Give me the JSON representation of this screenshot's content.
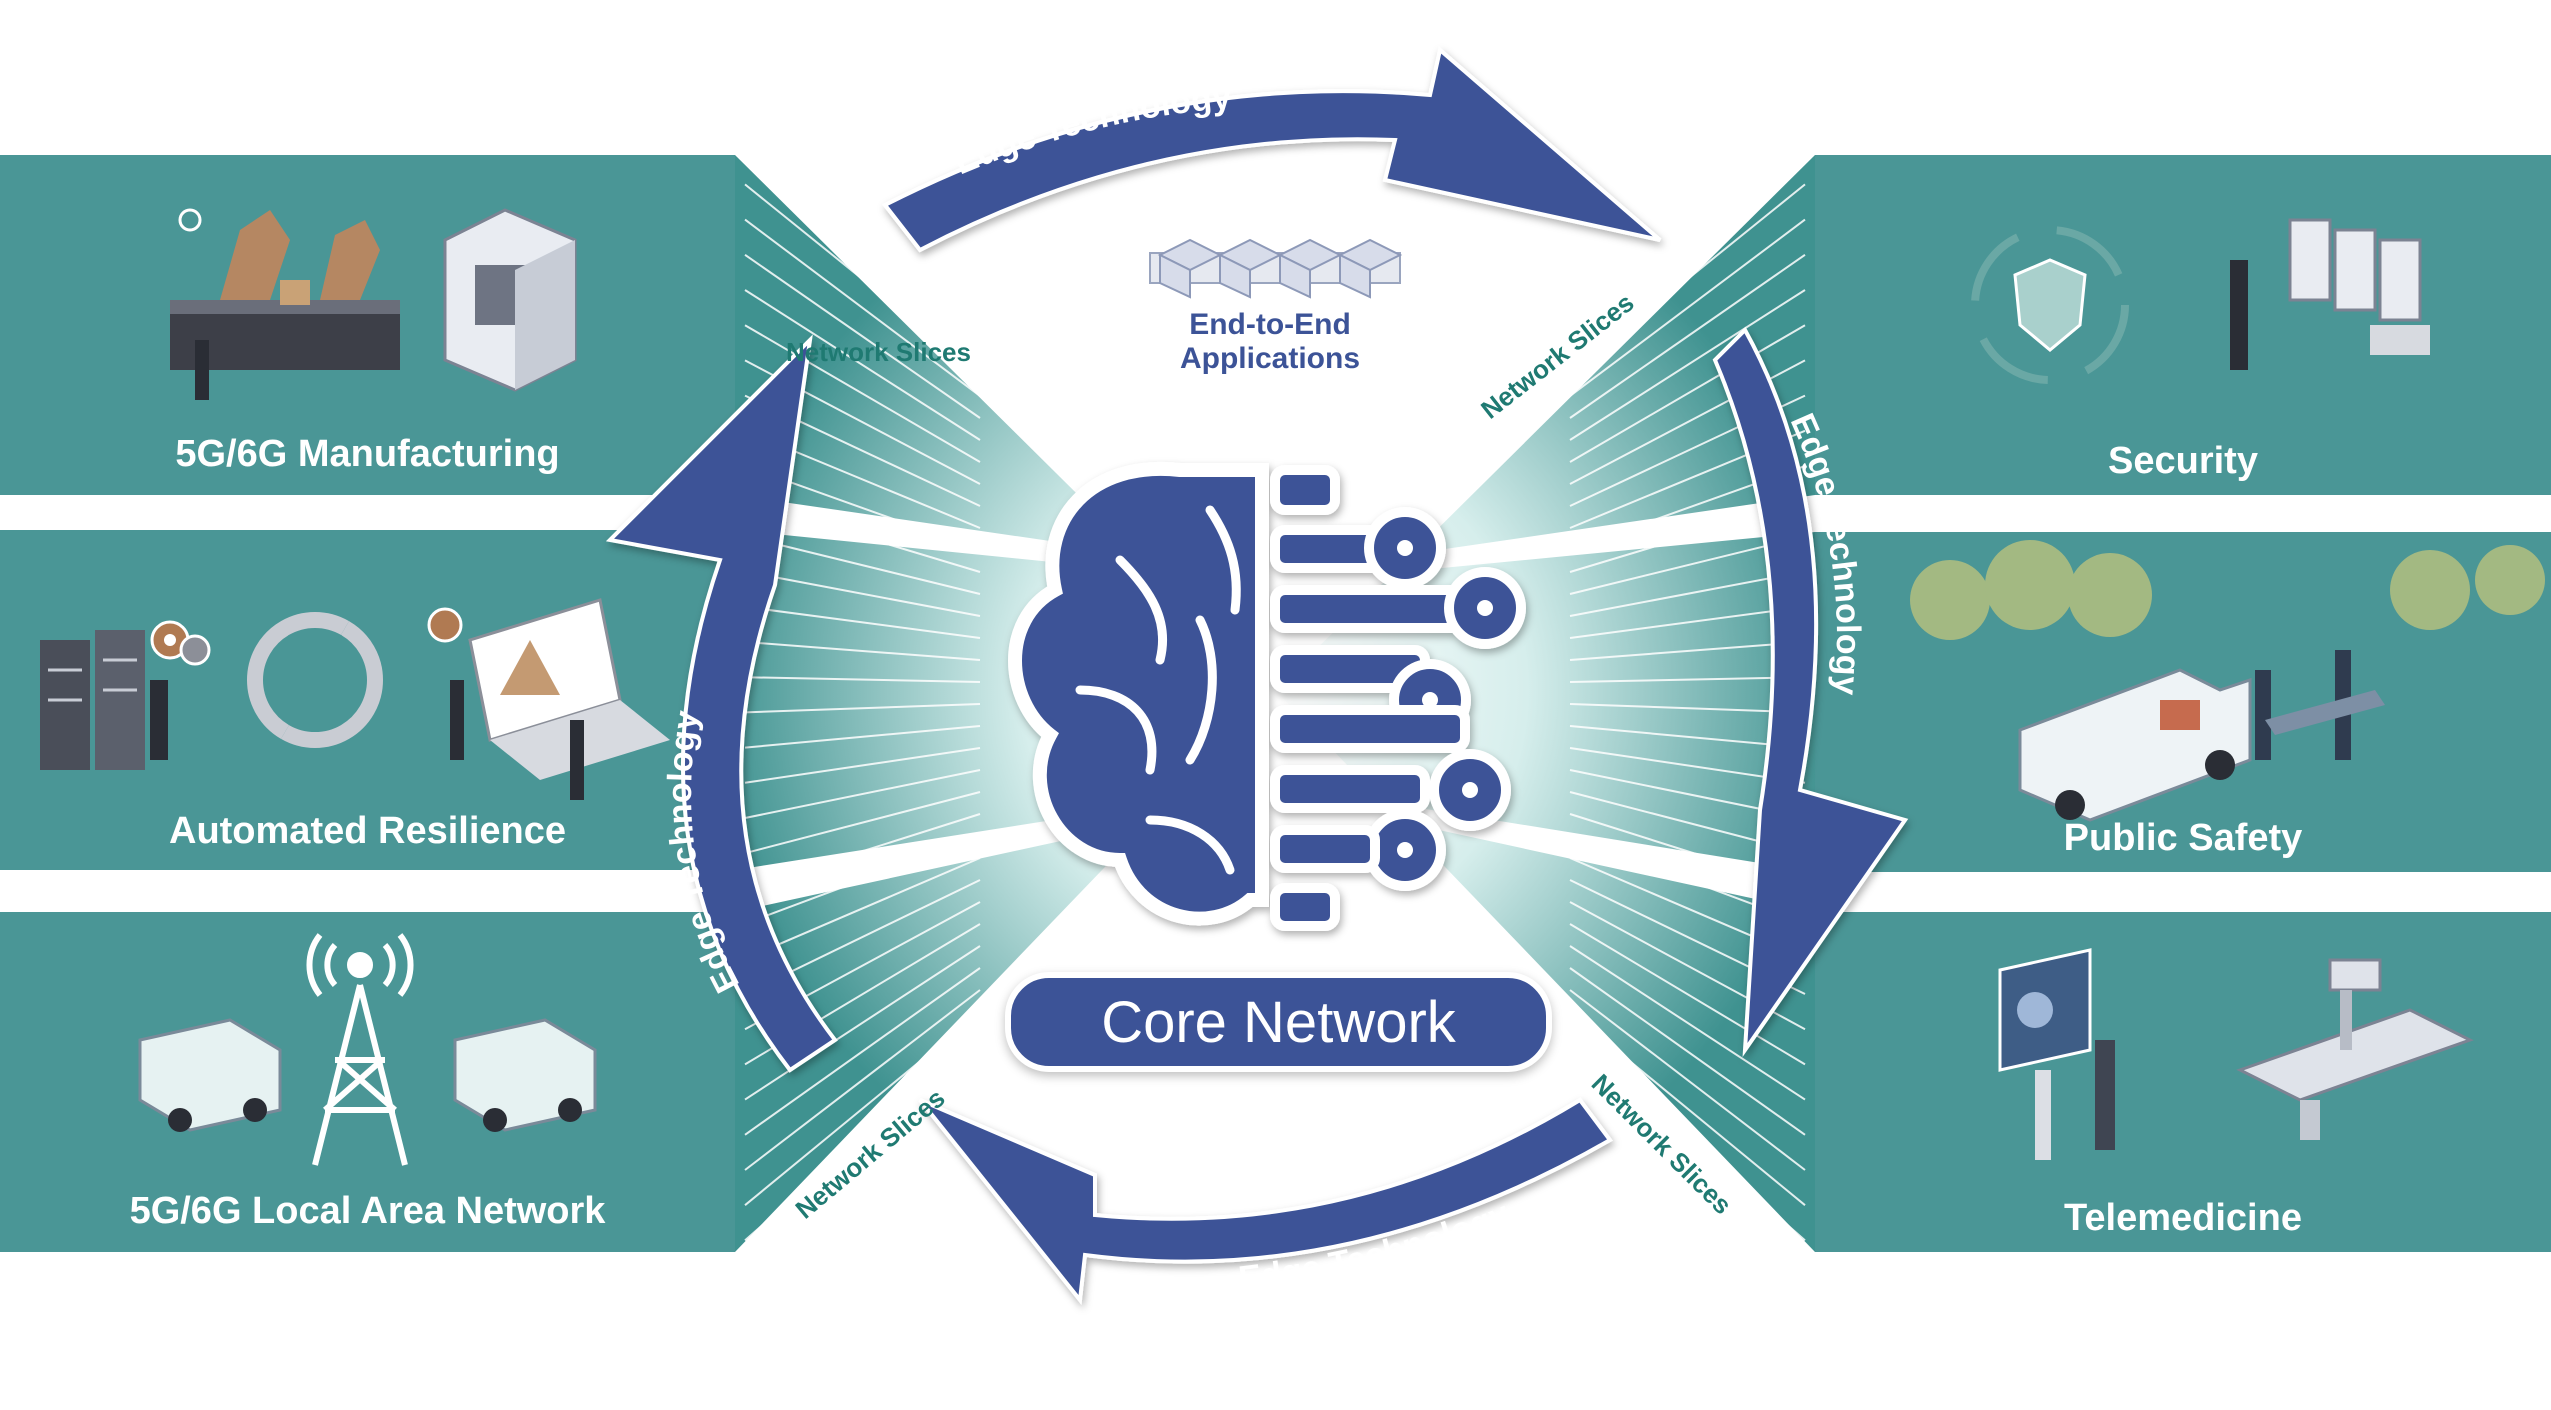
{
  "left_panels": [
    {
      "label": "5G/6G Manufacturing"
    },
    {
      "label": "Automated Resilience"
    },
    {
      "label": "5G/6G Local Area Network"
    }
  ],
  "right_panels": [
    {
      "label": "Security"
    },
    {
      "label": "Public Safety"
    },
    {
      "label": "Telemedicine"
    }
  ],
  "center": {
    "core_label": "Core Network",
    "applications_line1": "End-to-End",
    "applications_line2": "Applications"
  },
  "arrows": {
    "top": "Edge Technology",
    "right": "Edge Technology",
    "bottom": "Edge Technology",
    "left": "Edge Technology"
  },
  "slices": {
    "top_left": "Network Slices",
    "top_right": "Network Slices",
    "bottom_left": "Network Slices",
    "bottom_right": "Network Slices"
  },
  "colors": {
    "teal_panel": "#4a9696",
    "arrow_blue": "#3c5397",
    "brain_blue": "#3c5397",
    "slice_text": "#1f7a72"
  }
}
